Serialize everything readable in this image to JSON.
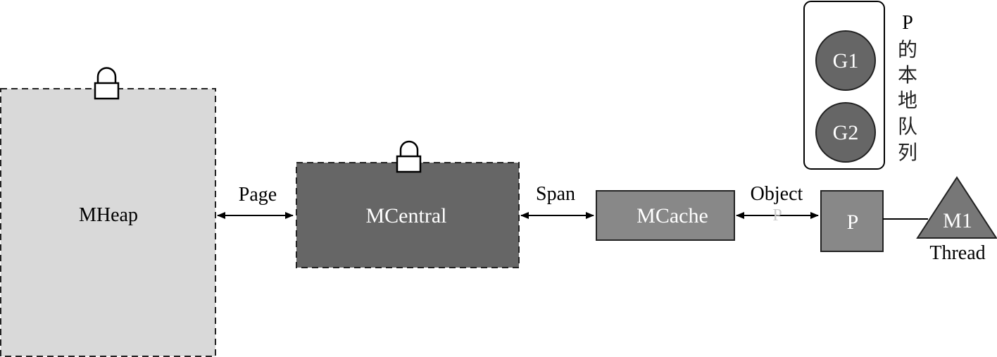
{
  "nodes": {
    "mheap": {
      "label": "MHeap",
      "fill": "#d9d9d9",
      "text_color": "#000000"
    },
    "mcentral": {
      "label": "MCentral",
      "fill": "#666666",
      "text_color": "#ffffff"
    },
    "mcache": {
      "label": "MCache",
      "fill": "#888888",
      "text_color": "#ffffff"
    },
    "p": {
      "label": "P",
      "fill": "#888888",
      "text_color": "#ffffff"
    },
    "m1": {
      "label": "M1",
      "fill": "#777777",
      "text_color": "#ffffff",
      "caption": "Thread"
    },
    "g1": {
      "label": "G1",
      "fill": "#666666",
      "text_color": "#ffffff"
    },
    "g2": {
      "label": "G2",
      "fill": "#666666",
      "text_color": "#ffffff"
    }
  },
  "edges": {
    "mheap_mcentral": {
      "label": "Page"
    },
    "mcentral_mcache": {
      "label": "Span"
    },
    "mcache_p": {
      "label": "Object",
      "faint_label": "P"
    }
  },
  "local_queue": {
    "caption_chars": [
      "P",
      "的",
      "本",
      "地",
      "队",
      "列"
    ]
  },
  "icons": [
    "lock-icon",
    "lock-icon"
  ]
}
